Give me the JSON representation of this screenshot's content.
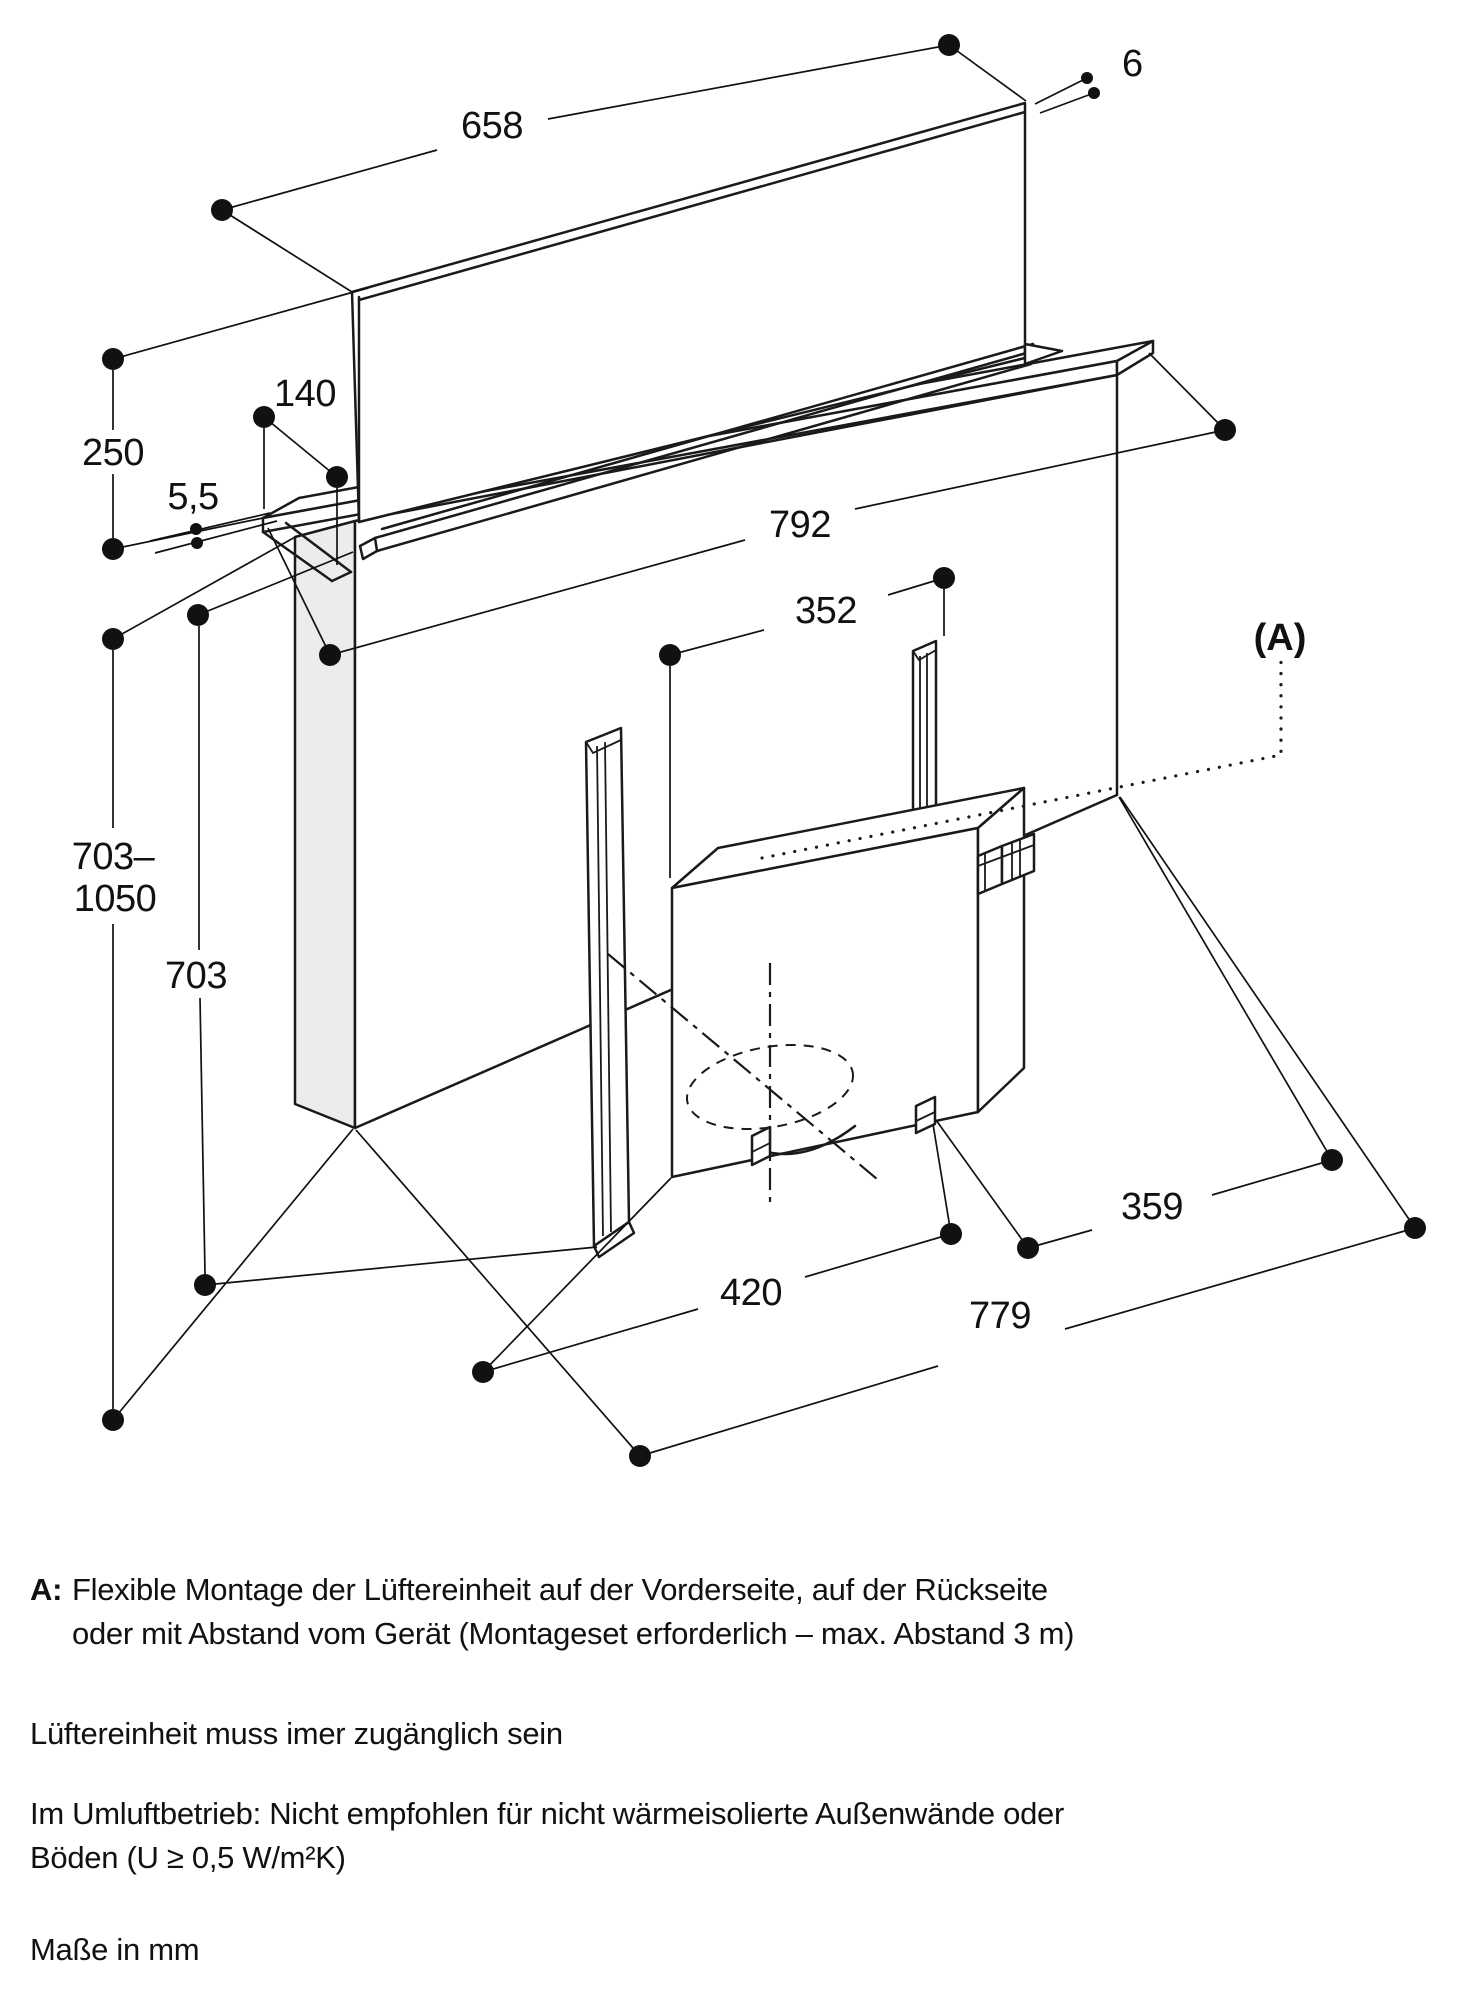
{
  "figure": {
    "type": "installation-dimension-diagram",
    "units_note": "Maße in mm"
  },
  "colors": {
    "ink": "#1a1a1a",
    "dim_ink": "#111111",
    "panel_gray": "#ececec",
    "background": "#ffffff"
  },
  "dims": {
    "top_width": "658",
    "glass_thickness": "6",
    "trim_depth": "140",
    "riser_height": "250",
    "lip_thickness": "5,5",
    "frame_width": "792",
    "rail_spacing": "352",
    "marker_a": "(A)",
    "height_range_line1": "703–",
    "height_range_line2": "1050",
    "unit_height": "703",
    "rear_depth": "359",
    "fan_width": "420",
    "floor_width": "779"
  },
  "notes": {
    "a_prefix": "A:",
    "a_line1": "Flexible Montage der Lüftereinheit auf der Vorderseite, auf der Rückseite",
    "a_line2": "oder mit Abstand vom Gerät (Montageset erforderlich – max. Abstand 3 m)",
    "access": "Lüftereinheit muss imer zugänglich sein",
    "umluft_line1": "Im Umluftbetrieb: Nicht empfohlen für nicht wärmeisolierte Außenwände oder",
    "umluft_line2": "Böden (U ≥ 0,5 W/m²K)",
    "units": "Maße in mm"
  }
}
